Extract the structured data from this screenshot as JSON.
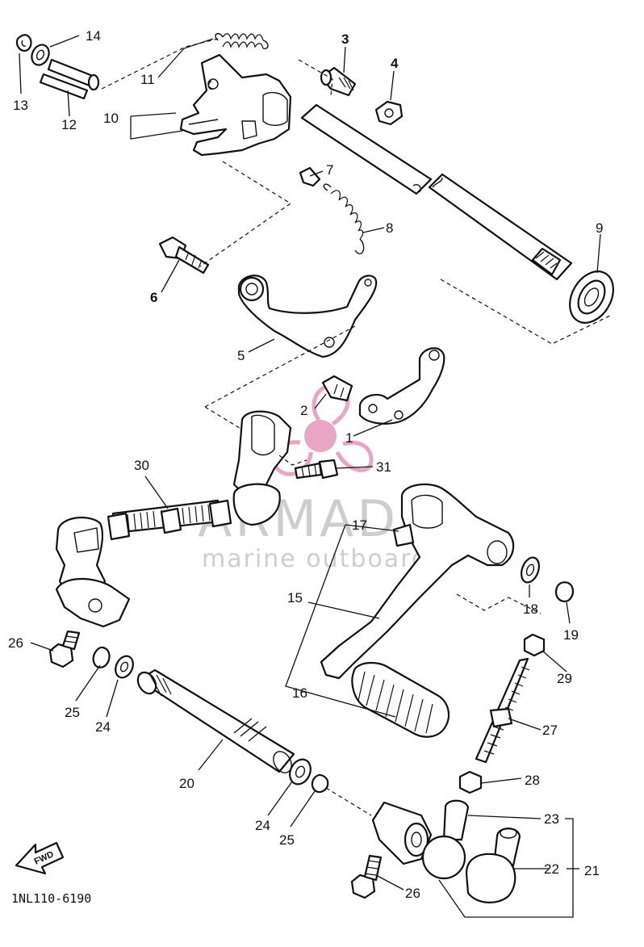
{
  "diagram": {
    "part_code": "1NL110-6190",
    "direction_label": "FWD",
    "watermark": {
      "brand": "ARMADA",
      "tagline": "marine outboards",
      "logo_color": "#e8a5c4",
      "text_color": "#bdbdbd"
    },
    "line_color": "#111111",
    "callouts": {
      "c1": "1",
      "c2": "2",
      "c3": "3",
      "c4": "4",
      "c5": "5",
      "c6": "6",
      "c7": "7",
      "c8": "8",
      "c9": "9",
      "c10": "10",
      "c11": "11",
      "c12": "12",
      "c13": "13",
      "c14": "14",
      "c15": "15",
      "c16": "16",
      "c17": "17",
      "c18": "18",
      "c19": "19",
      "c20": "20",
      "c21": "21",
      "c22": "22",
      "c23": "23",
      "c24a": "24",
      "c24b": "24",
      "c25a": "25",
      "c25b": "25",
      "c26a": "26",
      "c26b": "26",
      "c27": "27",
      "c28": "28",
      "c29": "29",
      "c30": "30",
      "c31": "31"
    }
  }
}
